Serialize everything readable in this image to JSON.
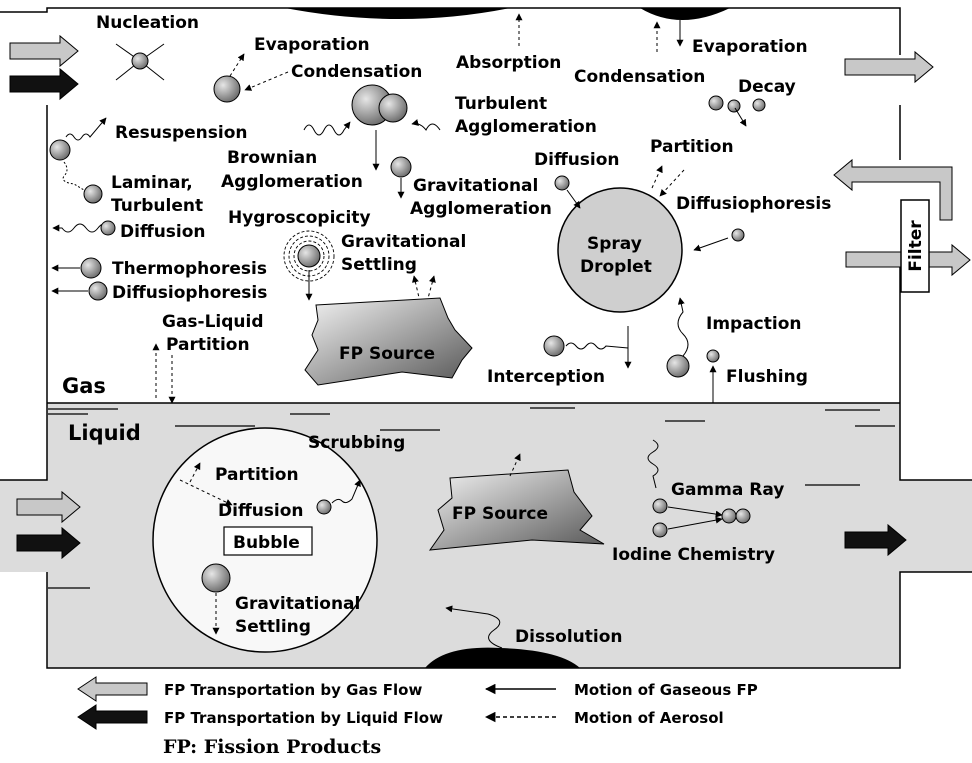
{
  "regions": {
    "gas": "Gas",
    "liquid": "Liquid"
  },
  "labels": {
    "nucleation": "Nucleation",
    "evaporation_left": "Evaporation",
    "condensation_left": "Condensation",
    "absorption": "Absorption",
    "condensation_right": "Condensation",
    "evaporation_right": "Evaporation",
    "decay": "Decay",
    "resuspension": "Resuspension",
    "turbulent_agglomeration_1": "Turbulent",
    "turbulent_agglomeration_2": "Agglomeration",
    "brownian_agglomeration_1": "Brownian",
    "brownian_agglomeration_2": "Agglomeration",
    "laminar_diffusion_1": "Laminar,",
    "laminar_diffusion_2": "Turbulent",
    "laminar_diffusion_3": "Diffusion",
    "gravitational_agglomeration_1": "Gravitational",
    "gravitational_agglomeration_2": "Agglomeration",
    "diffusion_gas": "Diffusion",
    "partition_gas": "Partition",
    "diffusiophoresis_right": "Diffusiophoresis",
    "hygroscopicity": "Hygroscopicity",
    "gravitational_settling_gas_1": "Gravitational",
    "gravitational_settling_gas_2": "Settling",
    "thermophoresis": "Thermophoresis",
    "diffusiophoresis_left": "Diffusiophoresis",
    "gas_liquid_partition_1": "Gas-Liquid",
    "gas_liquid_partition_2": "Partition",
    "fp_source_gas": "FP Source",
    "impaction": "Impaction",
    "interception": "Interception",
    "flushing": "Flushing",
    "spray_droplet_1": "Spray",
    "spray_droplet_2": "Droplet",
    "filter": "Filter",
    "scrubbing": "Scrubbing",
    "partition_liquid": "Partition",
    "diffusion_liquid": "Diffusion",
    "bubble": "Bubble",
    "gravitational_settling_liquid_1": "Gravitational",
    "gravitational_settling_liquid_2": "Settling",
    "fp_source_liquid": "FP Source",
    "gamma_ray": "Gamma Ray",
    "iodine_chemistry": "Iodine Chemistry",
    "dissolution": "Dissolution"
  },
  "legend": {
    "gas_flow": "FP Transportation by Gas Flow",
    "liquid_flow": "FP Transportation by Liquid Flow",
    "gaseous_motion": "Motion of Gaseous FP",
    "aerosol_motion": "Motion of Aerosol",
    "footnote": "FP: Fission Products"
  },
  "colors": {
    "liquid": "#dcdcdc",
    "particle": "#8c8c8c",
    "gas_flow_arrow": "#c8c8c8",
    "liquid_flow_arrow": "#111111"
  }
}
